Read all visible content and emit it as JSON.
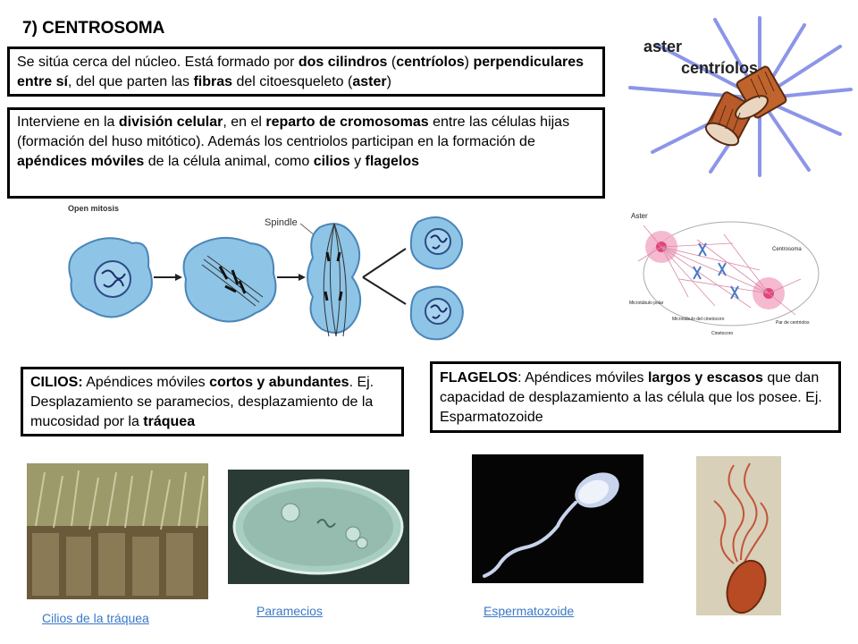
{
  "title": "7) CENTROSOMA",
  "box1": {
    "t1": "Se sitúa cerca del núcleo. Está formado por ",
    "b1": "dos cilindros",
    "t2": " (",
    "b2": "centríolos",
    "t3": ") ",
    "b3": "perpendiculares entre sí",
    "t4": ", del que parten las ",
    "b4": "fibras",
    "t5": " del citoesqueleto (",
    "b5": "aster",
    "t6": ")"
  },
  "box2": {
    "t1": "Interviene en la ",
    "b1": "división celular",
    "t2": ", en el ",
    "b2": "reparto de cromosomas",
    "t3": " entre las células hijas (formación del huso mitótico). Además los centriolos participan en la formación de ",
    "b3": "apéndices móviles",
    "t4": " de la célula animal, como ",
    "b4": "cilios",
    "t5": " y ",
    "b5": "flagelos"
  },
  "box3": {
    "b1": "CILIOS:",
    "t1": " Apéndices móviles ",
    "b2": "cortos y abundantes",
    "t2": ". Ej. Desplazamiento se paramecios, desplazamiento de la mucosidad por la ",
    "b3": "tráquea"
  },
  "box4": {
    "b1": "FLAGELOS",
    "t1": ": Apéndices móviles ",
    "b2": "largos y escasos",
    "t2": " que dan capacidad de desplazamiento a las célula que los posee. Ej. Esparmatozoide"
  },
  "centriole_figure": {
    "label_aster": "aster",
    "label_centrioles": "centríolos"
  },
  "mitosis_figure": {
    "label_open": "Open mitosis",
    "label_spindle": "Spindle"
  },
  "spindle_figure": {
    "label_aster": "Aster",
    "label_centrosoma": "Centrosoma",
    "label_polar": "Microtúbulo polar",
    "label_cineto": "Microtúbulo del cinetocoro",
    "label_cinetocoro": "Cinetocoro",
    "label_par": "Par de centriolos"
  },
  "captions": {
    "cilios": "Cilios de la tráquea",
    "paramecios": "Paramecios",
    "esperma": "Espermatozoide"
  },
  "colors": {
    "cell_fill": "#8ec4e6",
    "cell_stroke": "#4a86b8",
    "link": "#3a78c8",
    "pink": "#e2457a"
  }
}
